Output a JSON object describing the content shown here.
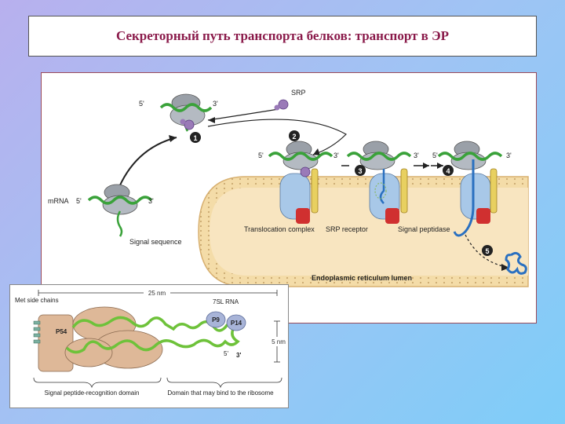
{
  "title": "Секреторный путь транспорта белков: транспорт в ЭР",
  "main_diagram": {
    "labels": {
      "srp": "SRP",
      "mrna": "mRNA",
      "signal_sequence": "Signal sequence",
      "translocation_complex": "Translocation complex",
      "srp_receptor": "SRP receptor",
      "signal_peptidase": "Signal peptidase",
      "er_lumen": "Endoplasmic reticulum lumen",
      "five_prime": "5'",
      "three_prime": "3'"
    },
    "steps": [
      "1",
      "2",
      "3",
      "4",
      "5"
    ],
    "colors": {
      "membrane": "#f4dca8",
      "membrane_border": "#d8b070",
      "ribosome": "#9aa0a8",
      "mrna": "#3aa23a",
      "srp": "#9a7ab8",
      "translocon": "#a8c8e8",
      "receptor": "#e8d060",
      "peptidase": "#d03030",
      "peptide": "#2a70c0"
    }
  },
  "inset_diagram": {
    "labels": {
      "met_side_chains": "Met side chains",
      "p54": "P54",
      "dimension_top": "25 nm",
      "rna_7sl": "7SL RNA",
      "p9": "P9",
      "p14": "P14",
      "dimension_side": "5 nm",
      "five_prime": "5'",
      "three_prime": "3'",
      "domain_left": "Signal peptide-recognition domain",
      "domain_right": "Domain that may bind to the ribosome"
    },
    "colors": {
      "protein": "#deb898",
      "rna": "#6ec23a",
      "p9_p14": "#a8b4d8"
    }
  }
}
